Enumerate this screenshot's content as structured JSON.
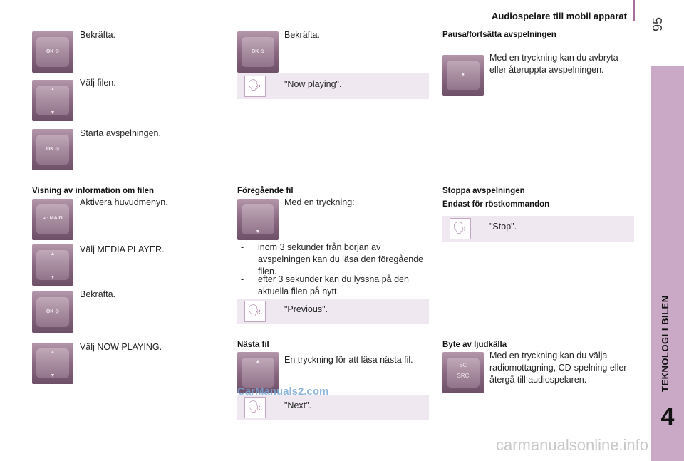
{
  "header": {
    "title": "Audiospelare till mobil apparat",
    "page_number": "95"
  },
  "sidebar": {
    "label": "TEKNOLOGI I BILEN",
    "chapter": "4"
  },
  "col1": {
    "items": [
      {
        "key": "OK",
        "text": "Bekräfta."
      },
      {
        "key": "arrows",
        "text": "Välj filen."
      },
      {
        "key": "OK",
        "text": "Starta avspelningen."
      }
    ],
    "heading": "Visning av information om filen",
    "items2": [
      {
        "key": "MAIN",
        "text": "Aktivera huvudmenyn."
      },
      {
        "key": "arrows",
        "text": "Välj MEDIA PLAYER."
      },
      {
        "key": "OK",
        "text": "Bekräfta."
      },
      {
        "key": "arrows",
        "text": "Välj NOW PLAYING."
      }
    ]
  },
  "col2": {
    "confirm_text": "Bekräfta.",
    "voice_now": "\"Now playing\".",
    "prev_heading": "Föregående fil",
    "prev_text": "Med en tryckning:",
    "prev_bullets": [
      "inom 3 sekunder från början av avspelningen kan du läsa den föregående filen.",
      "efter 3 sekunder kan du lyssna på den aktuella filen på nytt."
    ],
    "voice_prev": "\"Previous\".",
    "next_heading": "Nästa fil",
    "next_text": "En tryckning för att läsa nästa fil.",
    "voice_next": "\"Next\"."
  },
  "col3": {
    "pause_heading": "Pausa/fortsätta avspelningen",
    "pause_text": "Med en tryckning kan du avbryta eller återuppta avspelningen.",
    "stop_heading": "Stoppa avspelningen",
    "stop_sub": "Endast för röstkommandon",
    "voice_stop": "\"Stop\".",
    "source_heading": "Byte av ljudkälla",
    "source_text": "Med en tryckning kan du välja radiomottagning, CD-spelning eller återgå till audiospelaren."
  },
  "watermarks": {
    "center": "CarManuals2.com",
    "footer": "carmanualsonline.info"
  },
  "key_labels": {
    "ok": "OK ⊙",
    "main": "⤺ MAIN",
    "up": "▲",
    "down": "▼",
    "sc": "SC",
    "src": "SRC",
    "pause": "⏸"
  },
  "colors": {
    "accent": "#a5709a",
    "side_tab": "#c9a9c6",
    "voice_bg": "#efe8f1"
  }
}
